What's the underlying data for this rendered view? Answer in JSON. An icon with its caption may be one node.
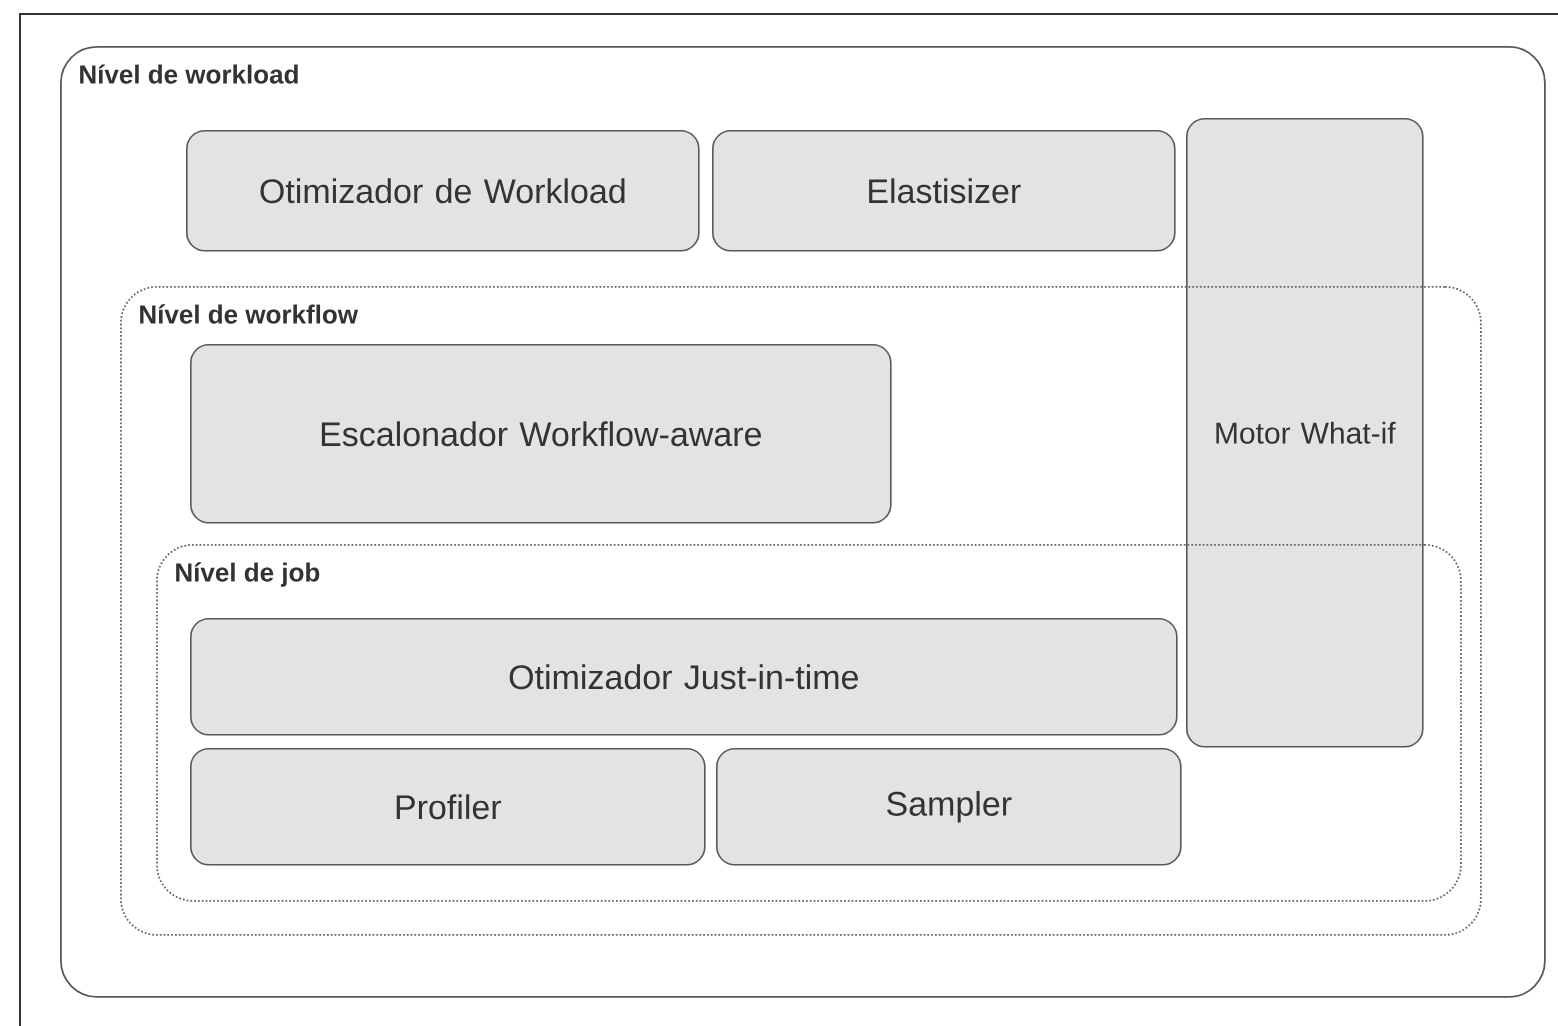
{
  "diagram": {
    "nodes": [
      {
        "text": [
          "Nível de workload"
        ]
      },
      {
        "text": [
          "Otimizador de Workload"
        ],
        "in": 0
      },
      {
        "text": [
          "Elastisizer"
        ],
        "in": 0
      },
      {
        "text": [
          "Motor What-if"
        ],
        "in": 0
      },
      {
        "text": [
          "Nível de workflow"
        ],
        "in": 0
      },
      {
        "text": [
          "Escalonador Workflow-aware"
        ],
        "in": 4
      },
      {
        "text": [
          "Nível de job"
        ],
        "in": 4
      },
      {
        "text": [
          "Otimizador Just-in-time"
        ],
        "in": 6
      },
      {
        "text": [
          "Profiler"
        ],
        "in": 6
      },
      {
        "text": [
          "Sampler"
        ],
        "in": 6
      }
    ]
  }
}
